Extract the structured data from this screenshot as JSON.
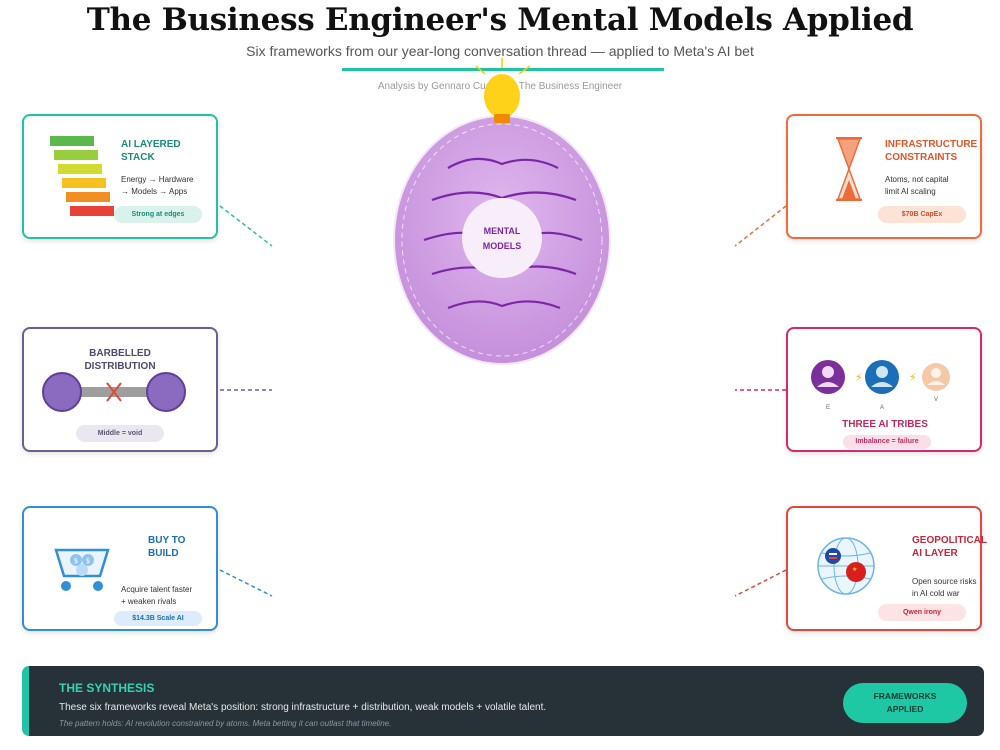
{
  "header": {
    "title": "The Business Engineer's Mental Models Applied",
    "subtitle": "Six frameworks from our year-long conversation thread — applied to Meta's AI bet",
    "byline": "Analysis by Gennaro Cuofano | The Business Engineer"
  },
  "center": {
    "label_line1": "MENTAL",
    "label_line2": "MODELS"
  },
  "cards": {
    "stack": {
      "title_line1": "AI LAYERED",
      "title_line2": "STACK",
      "desc_line1": "Energy → Hardware",
      "desc_line2": "→ Models → Apps",
      "pill": "Strong at edges"
    },
    "infra": {
      "title_line1": "INFRASTRUCTURE",
      "title_line2": "CONSTRAINTS",
      "desc_line1": "Atoms, not capital",
      "desc_line2": "limit AI scaling",
      "pill": "$70B CapEx"
    },
    "barbell": {
      "title_line1": "BARBELLED",
      "title_line2": "DISTRIBUTION",
      "pill": "Middle = void"
    },
    "tribes": {
      "letters": [
        "E",
        "A",
        "V"
      ],
      "title": "THREE AI TRIBES",
      "pill": "Imbalance = failure"
    },
    "buy": {
      "title_line1": "BUY TO",
      "title_line2": "BUILD",
      "desc_line1": "Acquire talent faster",
      "desc_line2": "+ weaken rivals",
      "pill": "$14.3B Scale AI"
    },
    "geo": {
      "title_line1": "GEOPOLITICAL",
      "title_line2": "AI LAYER",
      "desc_line1": "Open source risks",
      "desc_line2": "in AI cold war",
      "pill": "Qwen irony"
    }
  },
  "synthesis": {
    "title": "THE SYNTHESIS",
    "text": "These six frameworks reveal Meta's position: strong infrastructure + distribution, weak models + volatile talent.",
    "note": "The pattern holds: AI revolution constrained by atoms. Meta betting it can outlast that timeline.",
    "button_line1": "FRAMEWORKS",
    "button_line2": "APPLIED"
  },
  "colors": {
    "teal": "#21c3a6",
    "orange": "#ef6b3a",
    "purple": "#6e5c9a",
    "magenta": "#d12b6e",
    "blue": "#2f8fd8",
    "red": "#e0483e",
    "brain": "#c58fdb",
    "dark": "#263238"
  }
}
